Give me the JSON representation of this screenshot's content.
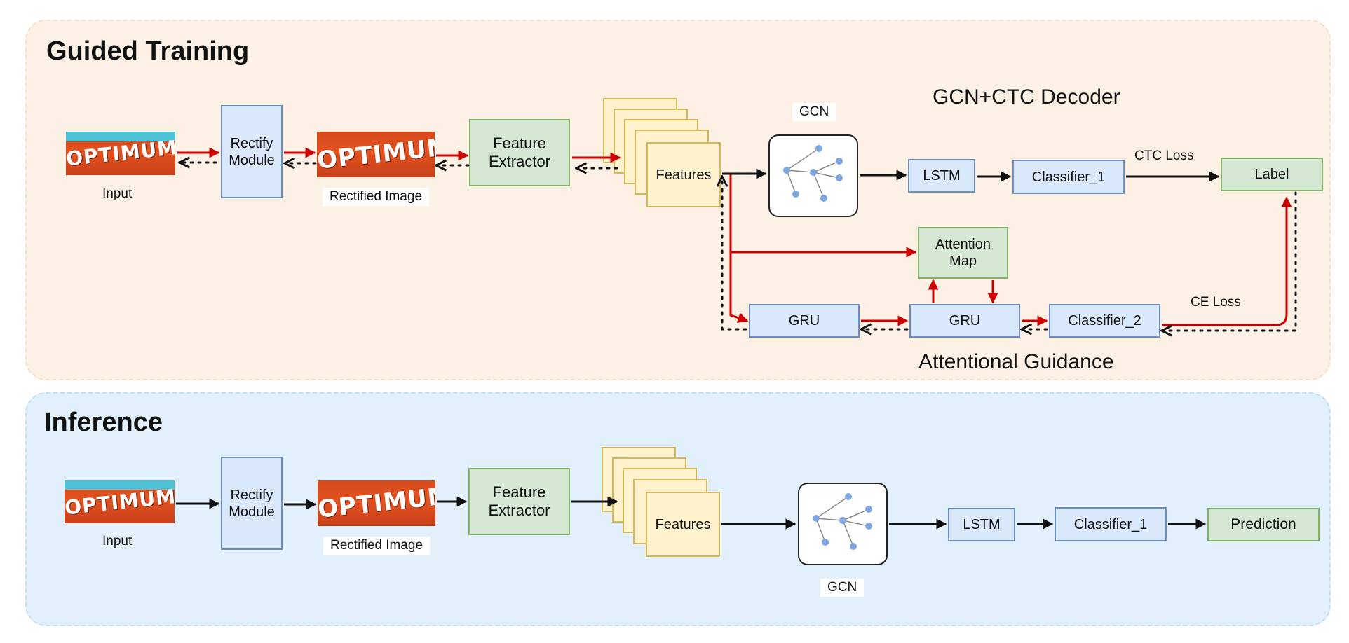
{
  "training": {
    "title": "Guided Training",
    "input_label": "Input",
    "image_text": "OPTIMUM",
    "rectify": "Rectify Module",
    "rectified_label": "Rectified Image",
    "feature_extractor": "Feature Extractor",
    "features": "Features",
    "gcn_label": "GCN",
    "decoder_title": "GCN+CTC Decoder",
    "lstm": "LSTM",
    "classifier_1": "Classifier_1",
    "ctc_loss": "CTC Loss",
    "label": "Label",
    "attention_map": "Attention Map",
    "gru_1": "GRU",
    "gru_2": "GRU",
    "classifier_2": "Classifier_2",
    "ce_loss": "CE Loss",
    "guidance_title": "Attentional Guidance"
  },
  "inference": {
    "title": "Inference",
    "input_label": "Input",
    "image_text": "OPTIMUM",
    "rectify": "Rectify Module",
    "rectified_label": "Rectified Image",
    "feature_extractor": "Feature Extractor",
    "features": "Features",
    "gcn_label": "GCN",
    "lstm": "LSTM",
    "classifier_1": "Classifier_1",
    "prediction": "Prediction"
  },
  "colors": {
    "forward_arrow": "#cc0000",
    "backward_arrow": "#111111",
    "node": "#7ea6e0"
  }
}
